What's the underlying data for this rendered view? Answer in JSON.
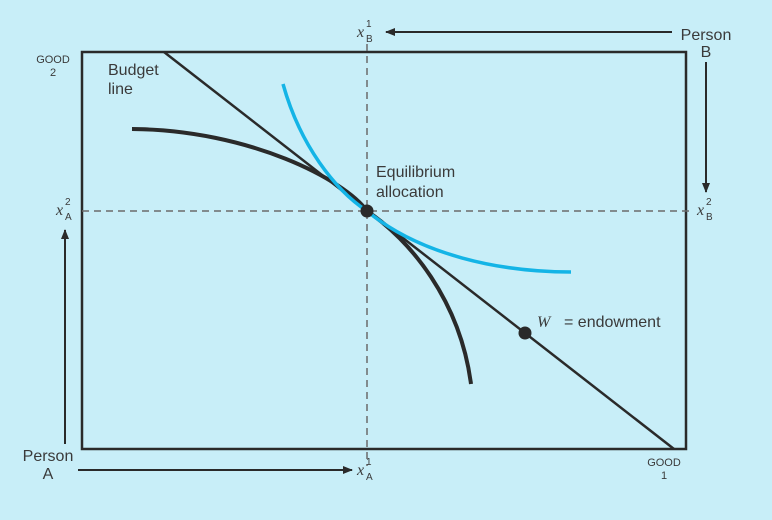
{
  "axes": {
    "good2_top": "GOOD",
    "good2_bottom": "2",
    "good1_top": "GOOD",
    "good1_bottom": "1"
  },
  "persons": {
    "a_line1": "Person",
    "a_line2": "A",
    "b_line1": "Person",
    "b_line2": "B"
  },
  "variables": {
    "x_letter": "x",
    "sub_a": "A",
    "sub_b": "B",
    "sup_1": "1",
    "sup_2": "2"
  },
  "annotations": {
    "budget_line1": "Budget",
    "budget_line2": "line",
    "equilibrium_line1": "Equilibrium",
    "equilibrium_line2": "allocation",
    "endowment_symbol": "W",
    "endowment_text": "= endowment"
  },
  "colors": {
    "background": "#c8eef8",
    "frame": "#2a2a2a",
    "indifference_a": "#2a2a2a",
    "indifference_b": "#14b4e6",
    "dashed": "#6a6a6a"
  }
}
